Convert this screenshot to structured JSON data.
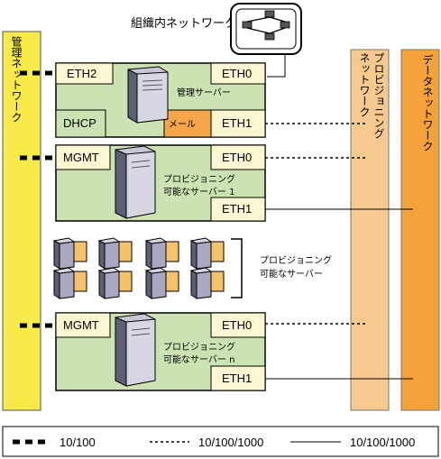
{
  "diagram": {
    "top_network": "組織内ネットワーク",
    "columns": {
      "mgmt": "管理ネットワーク",
      "provision": "プロビジョニングネットワーク",
      "data": "データネットワーク"
    },
    "mgmt_server": {
      "eth2": "ETH2",
      "eth0": "ETH0",
      "eth1": "ETH1",
      "dhcp": "DHCP",
      "mail": "メール",
      "label": "管理サーバー"
    },
    "server_1": {
      "mgmt": "MGMT",
      "eth0": "ETH0",
      "eth1": "ETH1",
      "label_line1": "プロビジョニング",
      "label_line2": "可能なサーバー 1"
    },
    "server_group": {
      "label_line1": "プロビジョニング",
      "label_line2": "可能なサーバー"
    },
    "server_n": {
      "mgmt": "MGMT",
      "eth0": "ETH0",
      "eth1": "ETH1",
      "label_line1": "プロビジョニング",
      "label_line2": "可能なサーバー n"
    },
    "legend": {
      "item1": "10/100",
      "item2": "10/100/1000",
      "item3": "10/100/1000"
    }
  },
  "colors": {
    "mgmt_column": "#f7ea4a",
    "provision_column": "#f6c98e",
    "data_column": "#f6a23a",
    "box_fill": "#cde2b2",
    "port_fill": "#fbf7d2",
    "mail_fill": "#f5a64a",
    "server_dark": "#5f5f74",
    "server_light": "#c7c7d6"
  }
}
